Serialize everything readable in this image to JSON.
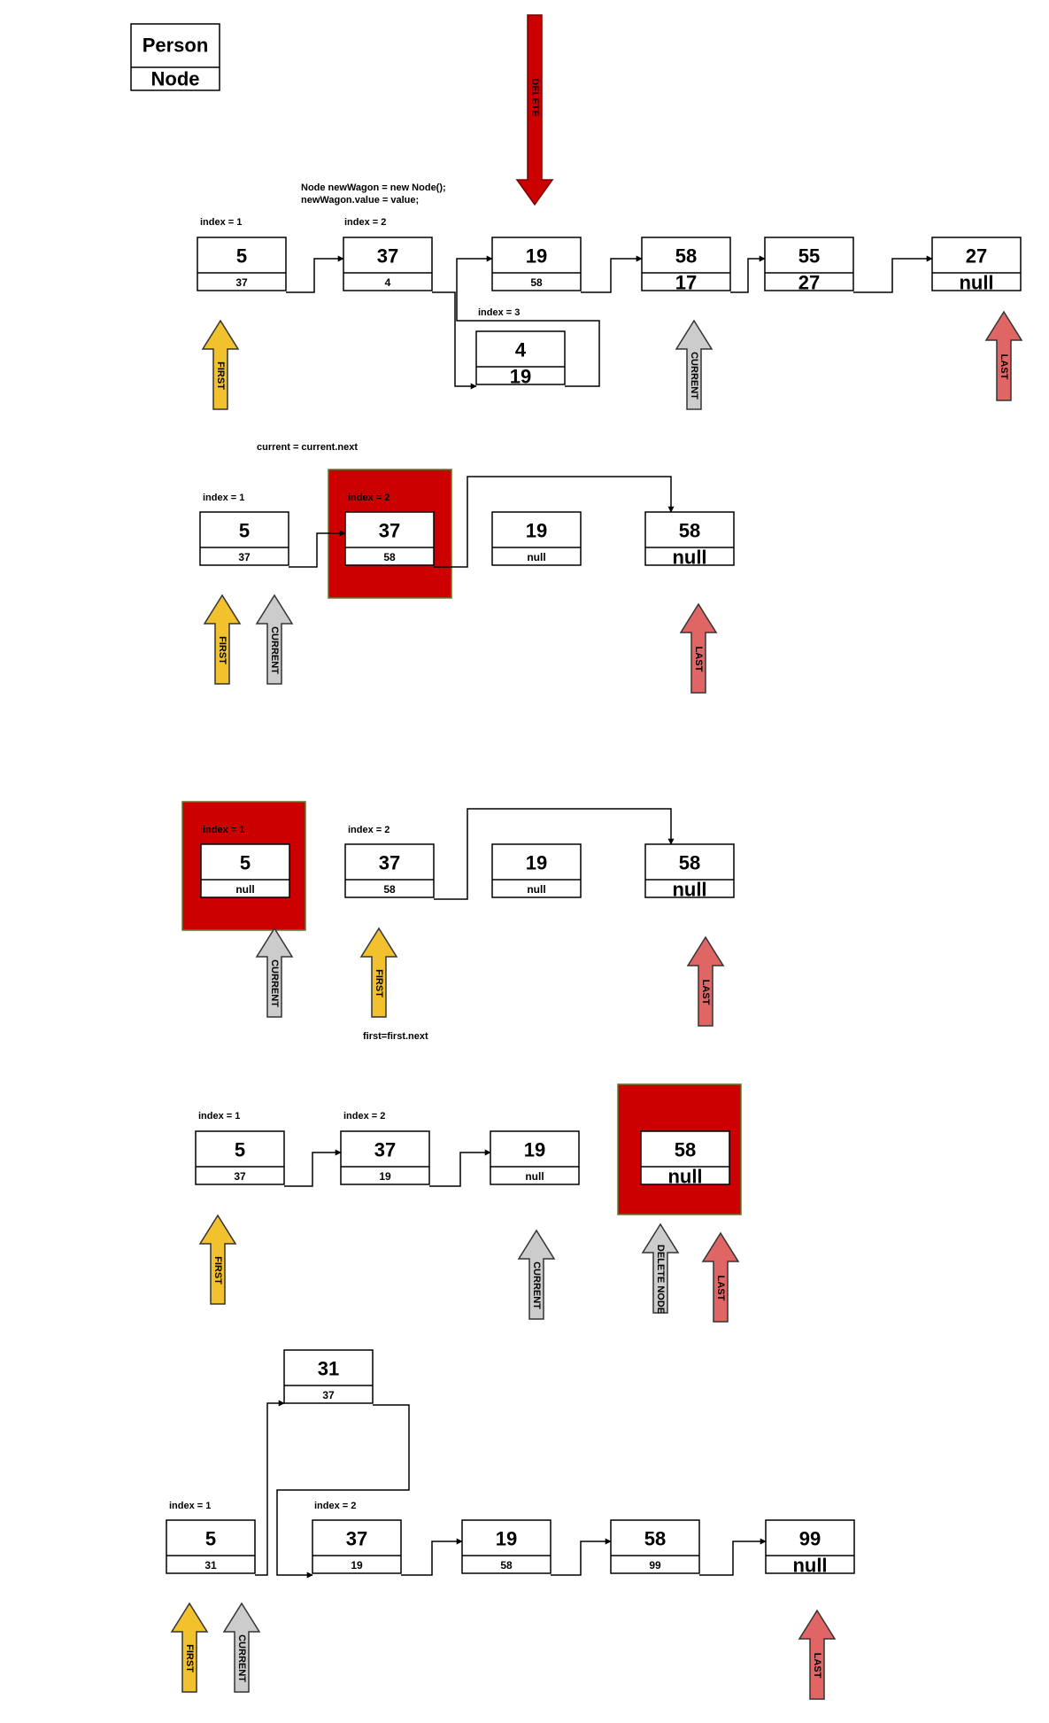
{
  "colors": {
    "first": "#f2c12e",
    "current": "#cccccc",
    "last": "#e06666",
    "delete": "#cc0000",
    "highlight": "#cc0000"
  },
  "legend": {
    "top": "Person",
    "bottom": "Node"
  },
  "delete_arrow_label": "DELETE",
  "sections": [
    {
      "labels": [
        "Node newWagon = new Node();",
        "newWagon.value = value;",
        "index = 1",
        "index = 2",
        "index = 3"
      ],
      "nodes": [
        {
          "value": "5",
          "next": "37"
        },
        {
          "value": "37",
          "next": "4"
        },
        {
          "value": "19",
          "next": "58"
        },
        {
          "value": "4",
          "next": "19"
        },
        {
          "value": "58",
          "next": "17"
        },
        {
          "value": "55",
          "next": "27"
        },
        {
          "value": "27",
          "next": "null"
        }
      ],
      "pointers": [
        "FIRST",
        "CURRENT",
        "LAST"
      ]
    },
    {
      "labels": [
        "current = current.next",
        "index = 1",
        "index = 2"
      ],
      "nodes": [
        {
          "value": "5",
          "next": "37"
        },
        {
          "value": "37",
          "next": "58"
        },
        {
          "value": "19",
          "next": "null"
        },
        {
          "value": "58",
          "next": "null"
        }
      ],
      "pointers": [
        "FIRST",
        "CURRENT",
        "LAST"
      ]
    },
    {
      "labels": [
        "index = 1",
        "index = 2",
        "first=first.next"
      ],
      "nodes": [
        {
          "value": "5",
          "next": "null"
        },
        {
          "value": "37",
          "next": "58"
        },
        {
          "value": "19",
          "next": "null"
        },
        {
          "value": "58",
          "next": "null"
        }
      ],
      "pointers": [
        "CURRENT",
        "FIRST",
        "LAST"
      ]
    },
    {
      "labels": [
        "index = 1",
        "index = 2"
      ],
      "nodes": [
        {
          "value": "5",
          "next": "37"
        },
        {
          "value": "37",
          "next": "19"
        },
        {
          "value": "19",
          "next": "null"
        },
        {
          "value": "58",
          "next": "null"
        }
      ],
      "pointers": [
        "FIRST",
        "CURRENT",
        "DELETE NODE",
        "LAST"
      ]
    },
    {
      "labels": [
        "index = 1",
        "index = 2"
      ],
      "nodes": [
        {
          "value": "31",
          "next": "37"
        },
        {
          "value": "5",
          "next": "31"
        },
        {
          "value": "37",
          "next": "19"
        },
        {
          "value": "19",
          "next": "58"
        },
        {
          "value": "58",
          "next": "99"
        },
        {
          "value": "99",
          "next": "null"
        }
      ],
      "pointers": [
        "FIRST",
        "CURRENT",
        "LAST"
      ]
    }
  ]
}
